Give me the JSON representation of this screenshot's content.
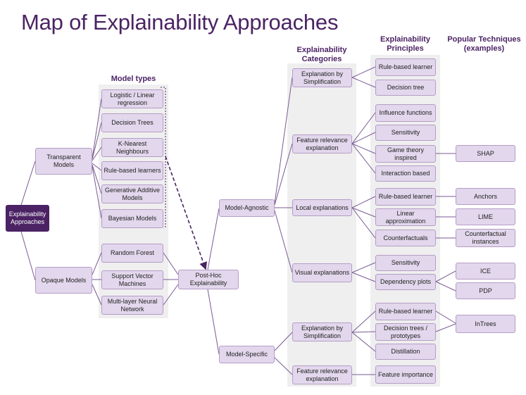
{
  "title": "Map of Explainability  Approaches",
  "headers": {
    "model_types": "Model types",
    "categories": "Explainability Categories",
    "principles": "Explainability Principles",
    "techniques": "Popular Techniques (examples)"
  },
  "nodes": {
    "root": "Explainability Approaches",
    "transparent": "Transparent Models",
    "opaque": "Opaque Models",
    "logistic": "Logistic / Linear regression",
    "decision_trees": "Decision Trees",
    "knn": "K-Nearest Neighbours",
    "rule_learners": "Rule-based learners",
    "gam": "Generative Additive Models",
    "bayesian": "Bayesian Models",
    "random_forest": "Random Forest",
    "svm": "Support Vector Machines",
    "mlp": "Multi-layer Neural Network",
    "posthoc": "Post-Hoc Explainability",
    "model_agnostic": "Model-Agnostic",
    "model_specific": "Model-Specific",
    "cat_simplification_a": "Explanation by Simplification",
    "cat_feature_relevance_a": "Feature relevance explanation",
    "cat_local": "Local explanations",
    "cat_visual": "Visual explanations",
    "cat_simplification_s": "Explanation by Simplification",
    "cat_feature_relevance_s": "Feature relevance explanation",
    "p_rule_learner_1": "Rule-based learner",
    "p_decision_tree": "Decision tree",
    "p_influence": "Influence functions",
    "p_sensitivity_1": "Sensitivity",
    "p_game_theory": "Game theory inspired",
    "p_interaction": "Interaction based",
    "p_rule_learner_2": "Rule-based learner",
    "p_linear_approx": "Linear approximation",
    "p_counterfactuals": "Counterfactuals",
    "p_sensitivity_2": "Sensitivity",
    "p_dependency": "Dependency plots",
    "p_rule_learner_3": "Rule-based learner",
    "p_decision_trees_proto": "Decision trees / prototypes",
    "p_distillation": "Distillation",
    "p_feature_importance": "Feature importance",
    "t_shap": "SHAP",
    "t_anchors": "Anchors",
    "t_lime": "LIME",
    "t_counterfactual": "Counterfactual instances",
    "t_ice": "ICE",
    "t_pdp": "PDP",
    "t_intrees": "InTrees"
  },
  "colors": {
    "accent": "#4b2364",
    "node_fill": "#e2d7ec",
    "node_border": "#b59dc6",
    "panel": "#efefef",
    "line": "#7a5a94"
  }
}
